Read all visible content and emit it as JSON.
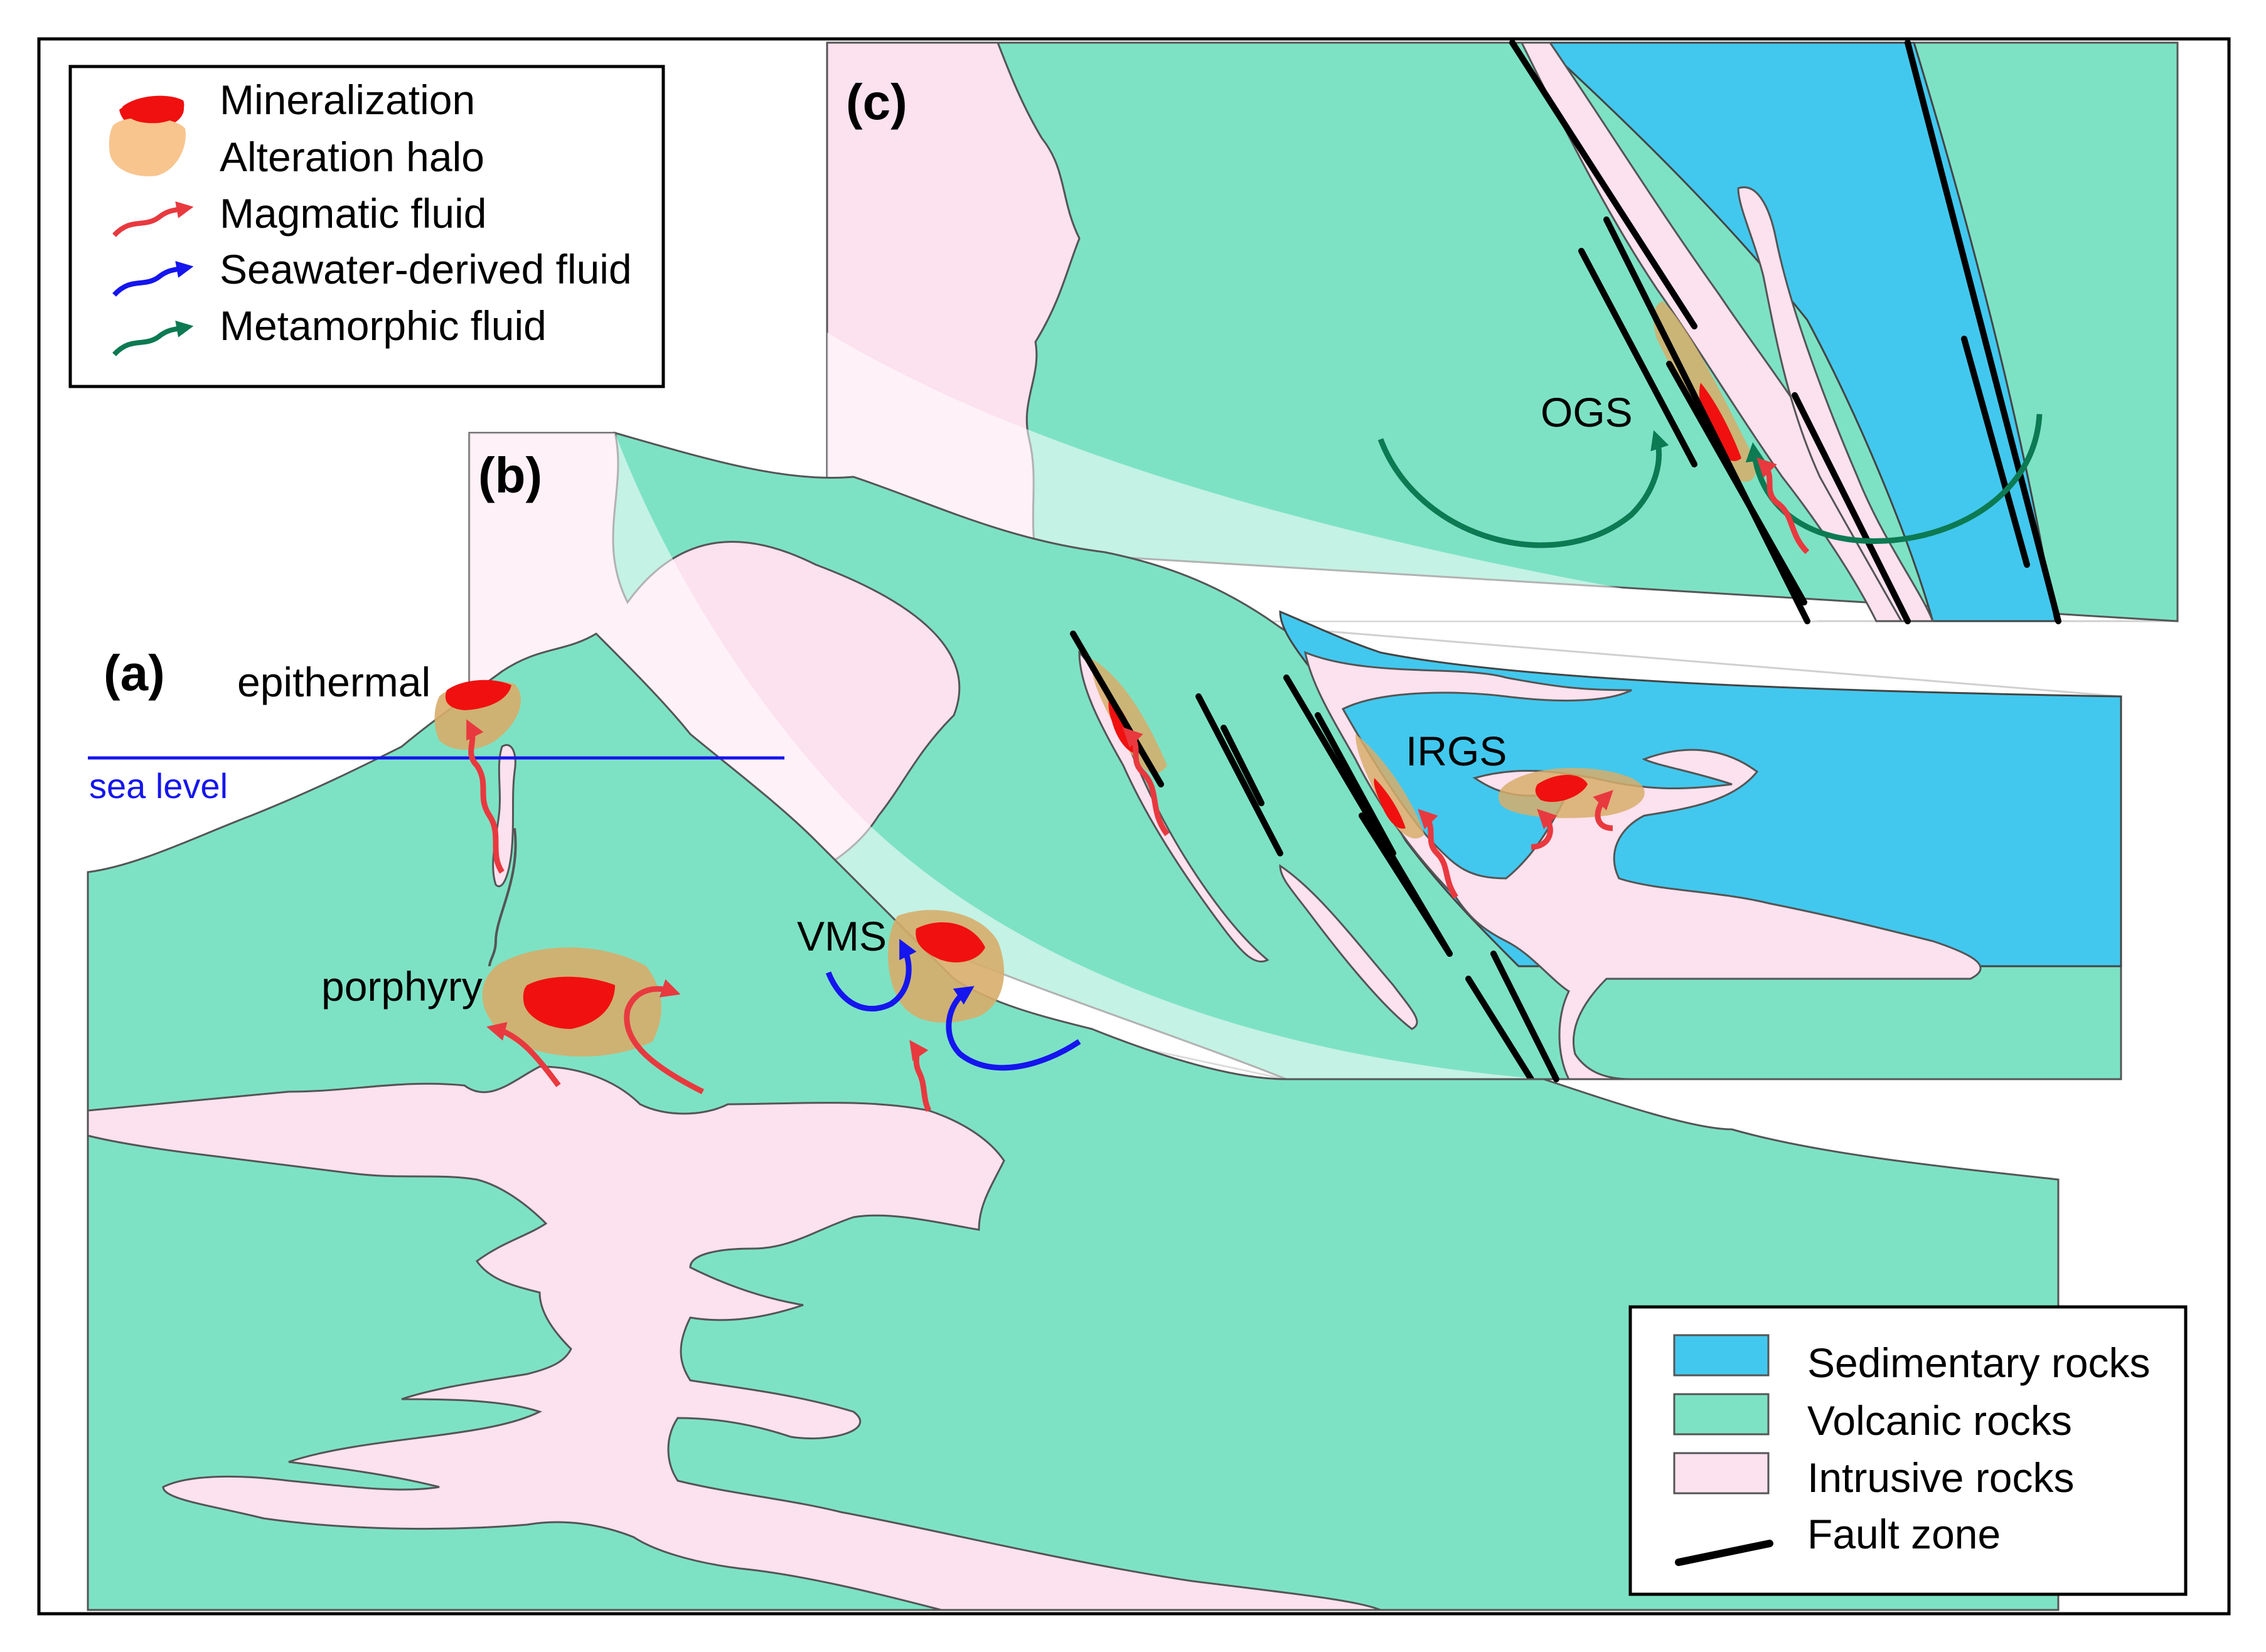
{
  "legend_top": {
    "items": [
      {
        "label": "Mineralization",
        "icon": "mineralization-swatch"
      },
      {
        "label": "Alteration halo",
        "icon": "alteration-halo-swatch"
      },
      {
        "label": "Magmatic fluid",
        "icon": "magmatic-fluid-arrow"
      },
      {
        "label": "Seawater-derived fluid",
        "icon": "seawater-fluid-arrow"
      },
      {
        "label": "Metamorphic fluid",
        "icon": "metamorphic-fluid-arrow"
      }
    ]
  },
  "legend_bottom": {
    "items": [
      {
        "label": "Sedimentary rocks",
        "icon": "sedimentary-swatch"
      },
      {
        "label": "Volcanic rocks",
        "icon": "volcanic-swatch"
      },
      {
        "label": "Intrusive rocks",
        "icon": "intrusive-swatch"
      },
      {
        "label": "Fault zone",
        "icon": "fault-line"
      }
    ]
  },
  "panels": {
    "a": "(a)",
    "b": "(b)",
    "c": "(c)"
  },
  "labels": {
    "epithermal": "epithermal",
    "sea_level": "sea level",
    "porphyry": "porphyry",
    "vms": "VMS",
    "irgs": "IRGS",
    "ogs": "OGS"
  },
  "colors": {
    "sedimentary": "#42c8ee",
    "volcanic": "#7de2c4",
    "intrusive": "#fce1ee",
    "mineralization": "#f01010",
    "alteration": "#d7ad6a",
    "magmatic_fluid": "#e8393f",
    "seawater_fluid": "#1515ee",
    "metamorphic_fluid": "#0c7a52",
    "fault": "#000000"
  }
}
